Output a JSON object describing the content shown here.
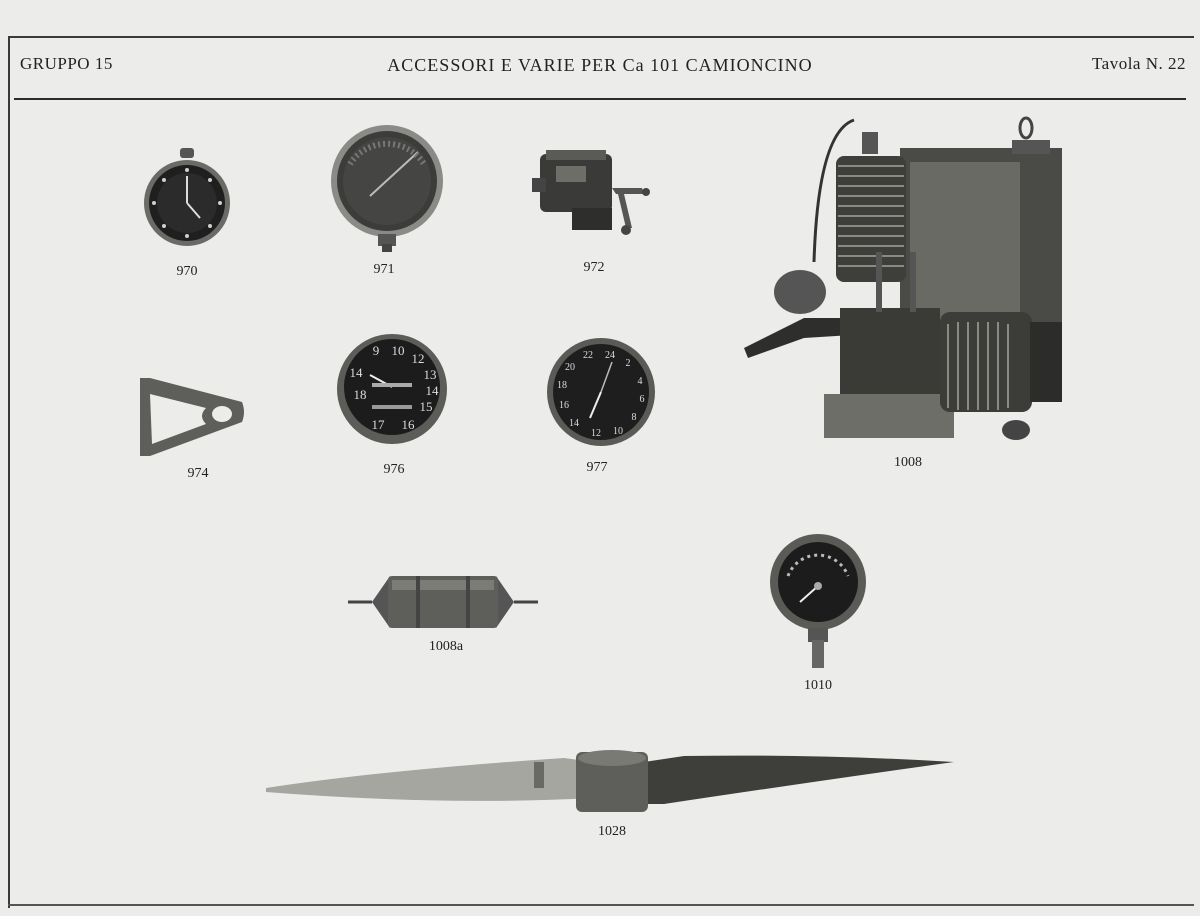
{
  "header": {
    "group": "GRUPPO 15",
    "title": "ACCESSORI E VARIE PER Ca 101 CAMIONCINO",
    "plate": "Tavola N. 22"
  },
  "items": {
    "i970": "970",
    "i971": "971",
    "i972": "972",
    "i974": "974",
    "i976": "976",
    "i977": "977",
    "i1008": "1008",
    "i1008a": "1008a",
    "i1010": "1010",
    "i1028": "1028"
  }
}
